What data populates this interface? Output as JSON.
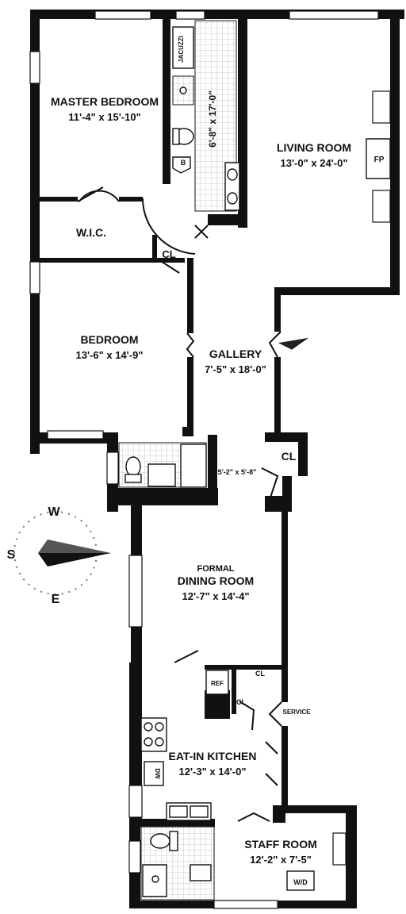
{
  "rooms": {
    "master_bedroom": {
      "name": "MASTER BEDROOM",
      "dims": "11'-4\" x 15'-10\""
    },
    "master_bath": {
      "dims": "6'-8\" x 17'-0\"",
      "jacuzzi": "JACUZZI",
      "bidet": "B"
    },
    "living_room": {
      "name": "LIVING ROOM",
      "dims": "13'-0\" x 24'-0\"",
      "fireplace": "FP"
    },
    "wic": {
      "name": "W.I.C."
    },
    "closet_1": {
      "name": "CL"
    },
    "bedroom": {
      "name": "BEDROOM",
      "dims": "13'-6\" x 14'-9\""
    },
    "gallery": {
      "name": "GALLERY",
      "dims": "7'-5\" x 18'-0\""
    },
    "bath_2": {
      "dims": "5'-2\" x 5'-8\""
    },
    "closet_2": {
      "name": "CL"
    },
    "dining_room": {
      "name_line1": "FORMAL",
      "name_line2": "DINING ROOM",
      "dims": "12'-7\" x 14'-4\""
    },
    "ref": {
      "name": "REF"
    },
    "closet_3": {
      "name": "CL"
    },
    "closet_4": {
      "name": "CL"
    },
    "service": {
      "name": "SERVICE"
    },
    "kitchen": {
      "name": "EAT-IN KITCHEN",
      "dims": "12'-3\" x 14'-0\"",
      "dw": "DW"
    },
    "staff_room": {
      "name": "STAFF ROOM",
      "dims": "12'-2\" x 7'-5\"",
      "wd": "W/D"
    }
  },
  "compass": {
    "north": "W",
    "west": "S",
    "south": "E"
  }
}
